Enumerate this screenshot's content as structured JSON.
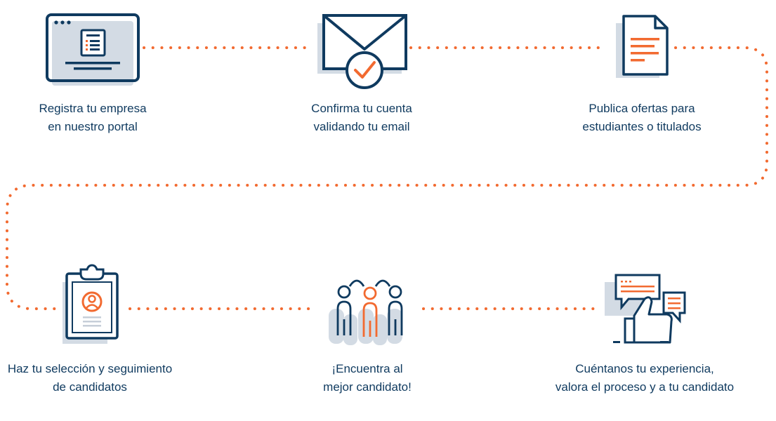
{
  "colors": {
    "navy": "#0f3a5f",
    "orange": "#f26a30",
    "shadow": "#d3dbe4",
    "white": "#ffffff"
  },
  "steps": [
    {
      "icon": "web-form-icon",
      "line1": "Registra tu empresa",
      "line2": "en nuestro portal"
    },
    {
      "icon": "envelope-check-icon",
      "line1": "Confirma tu cuenta",
      "line2": "validando tu email"
    },
    {
      "icon": "document-icon",
      "line1": "Publica ofertas para",
      "line2": "estudiantes o titulados"
    },
    {
      "icon": "clipboard-candidate-icon",
      "line1": "Haz tu selección y seguimiento",
      "line2": "de candidatos"
    },
    {
      "icon": "people-group-icon",
      "line1": "¡Encuentra al",
      "line2": "mejor candidato!"
    },
    {
      "icon": "thumbs-up-chat-icon",
      "line1": "Cuéntanos tu experiencia,",
      "line2": "valora el proceso y a tu candidato"
    }
  ]
}
